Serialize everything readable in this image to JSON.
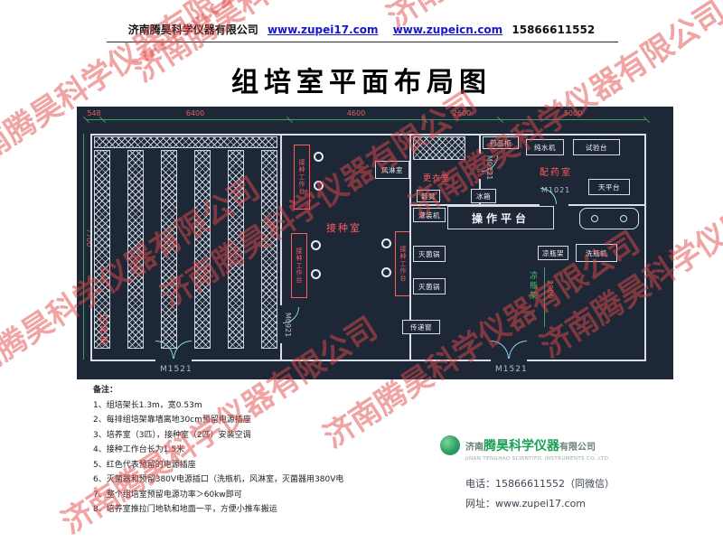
{
  "header": {
    "company": "济南腾昊科学仪器有限公司",
    "link1": "www.zupei17.com",
    "link2": "www.zupeicn.com",
    "phone": "15866611552"
  },
  "title": "组培室平面布局图",
  "watermark_text": "济南腾昊科学仪器有限公司",
  "cad": {
    "dim_top": [
      "548",
      "6400",
      "4600",
      "2600",
      "5000"
    ],
    "dim_left": "7700",
    "dim_right": "2900",
    "room_culture": "培养室",
    "room_inoculation": "接种室",
    "room_changing": "更衣室",
    "room_dispensing": "配药室",
    "door_m1521_left": "M1521",
    "door_m1521_right": "M1521",
    "door_m0921": "M0921",
    "door_m0721": "M0721",
    "door_m1021": "M1021",
    "bench_label": "接种工作台",
    "air_shower": "风淋室",
    "medicine_cabinet": "药品柜",
    "water_purifier": "纯水机",
    "test_bench": "试验台",
    "balance_table": "天平台",
    "shoe_bench": "鞋凳",
    "fridge": "冰箱",
    "filling_machine": "灌装机",
    "operation_platform": "操作平台",
    "bottle_rack_box": "凉瓶架",
    "bottle_washer": "洗瓶机",
    "bottle_rack_side": "凉瓶架",
    "sterilizer_1": "灭菌锅",
    "sterilizer_2": "灭菌锅",
    "transfer_window": "传递窗"
  },
  "notes": {
    "title": "备注：",
    "items": [
      "1、组培架长1.3m，宽0.53m",
      "2、每排组培架靠墙离地30cm预留电源插座",
      "3、培养室（3匹），接种室（2匹）安装空调",
      "4、接种工作台长为1.5米",
      "5、红色代表预留的电源插座",
      "6、灭菌器和预留380V电源插口（洗瓶机，风淋室，灭菌器用380V电",
      "7、整个组培室预留电源功率＞60kw即可",
      "8、培养室推拉门地轨和地面一平，方便小推车搬运"
    ]
  },
  "footer": {
    "company_cn_prefix": "济南",
    "company_cn_brand": "腾昊科学仪器",
    "company_cn_suffix": "有限公司",
    "company_en": "JINAN TENGHAO SCIENTIFIC INSTRUMENTS CO.,LTD.",
    "phone": "电话：15866611552（同微信）",
    "website": "网址：www.zupei17.com"
  }
}
